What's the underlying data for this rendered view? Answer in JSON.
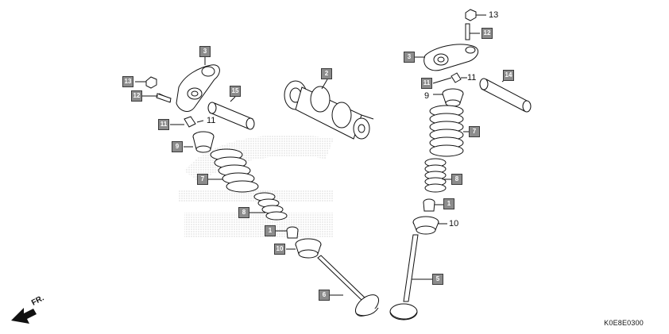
{
  "diagram": {
    "drawing_code": "K0E8E0300",
    "direction_label": "FR.",
    "callouts_boxed": {
      "c2": "2",
      "left_3": "3",
      "left_13": "13",
      "left_12": "12",
      "left_15": "15",
      "left_11": "11",
      "left_9": "9",
      "left_7": "7",
      "left_8": "8",
      "left_1": "1",
      "left_10": "10",
      "left_6": "6",
      "right_3": "3",
      "right_12": "12",
      "right_11": "11",
      "right_14": "14",
      "right_7": "7",
      "right_8": "8",
      "right_1": "1",
      "right_5": "5"
    },
    "callouts_plain": {
      "left_11_text": "11",
      "right_13_text": "13",
      "right_9_text": "9",
      "right_10_text": "10"
    }
  }
}
